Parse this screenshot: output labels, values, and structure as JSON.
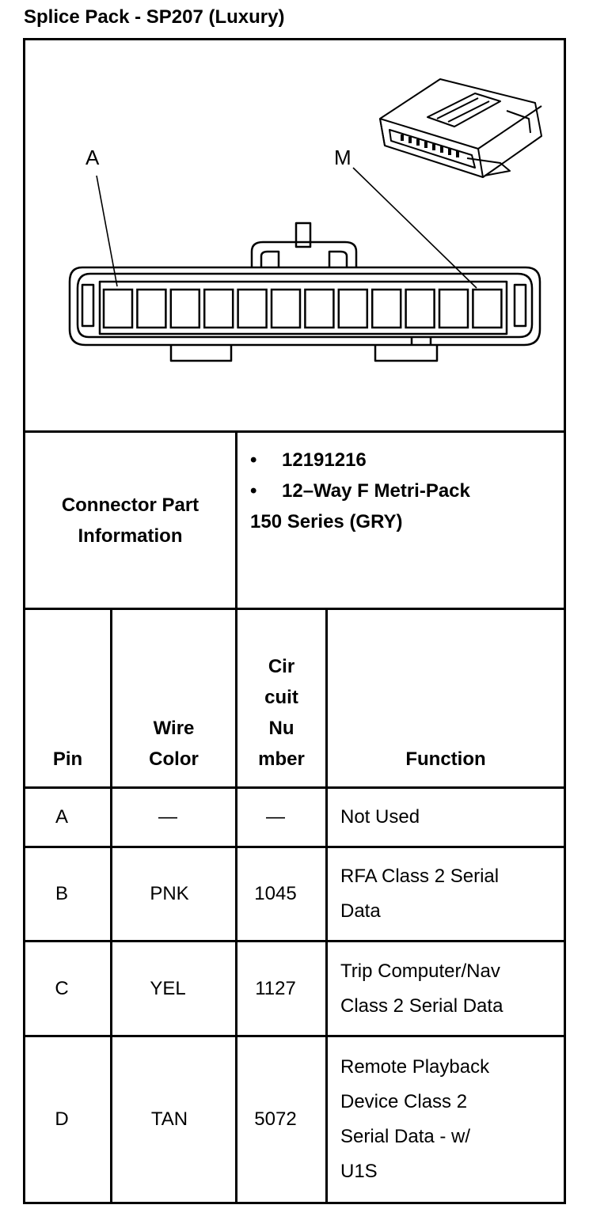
{
  "title": "Splice Pack - SP207 (Luxury)",
  "diagram": {
    "label_a": "A",
    "label_m": "M"
  },
  "connector_info": {
    "label": "Connector Part Information",
    "bullets": [
      "12191216",
      "12–Way F Metri-Pack"
    ],
    "continuation": "150 Series (GRY)"
  },
  "table": {
    "headers": {
      "pin": "Pin",
      "wire_color": [
        "Wire",
        "Color"
      ],
      "circuit_number": [
        "Cir",
        "cuit",
        "Nu",
        "mber"
      ],
      "function": "Function"
    },
    "rows": [
      {
        "pin": "A",
        "wire_color": "—",
        "circuit": "—",
        "function": [
          "Not Used"
        ]
      },
      {
        "pin": "B",
        "wire_color": "PNK",
        "circuit": "1045",
        "function": [
          "RFA Class 2 Serial",
          "Data"
        ]
      },
      {
        "pin": "C",
        "wire_color": "YEL",
        "circuit": "1127",
        "function": [
          "Trip Computer/Nav",
          "Class 2 Serial Data"
        ]
      },
      {
        "pin": "D",
        "wire_color": "TAN",
        "circuit": "5072",
        "function": [
          "Remote Playback",
          "Device Class 2",
          "Serial Data - w/",
          "U1S"
        ]
      }
    ]
  }
}
